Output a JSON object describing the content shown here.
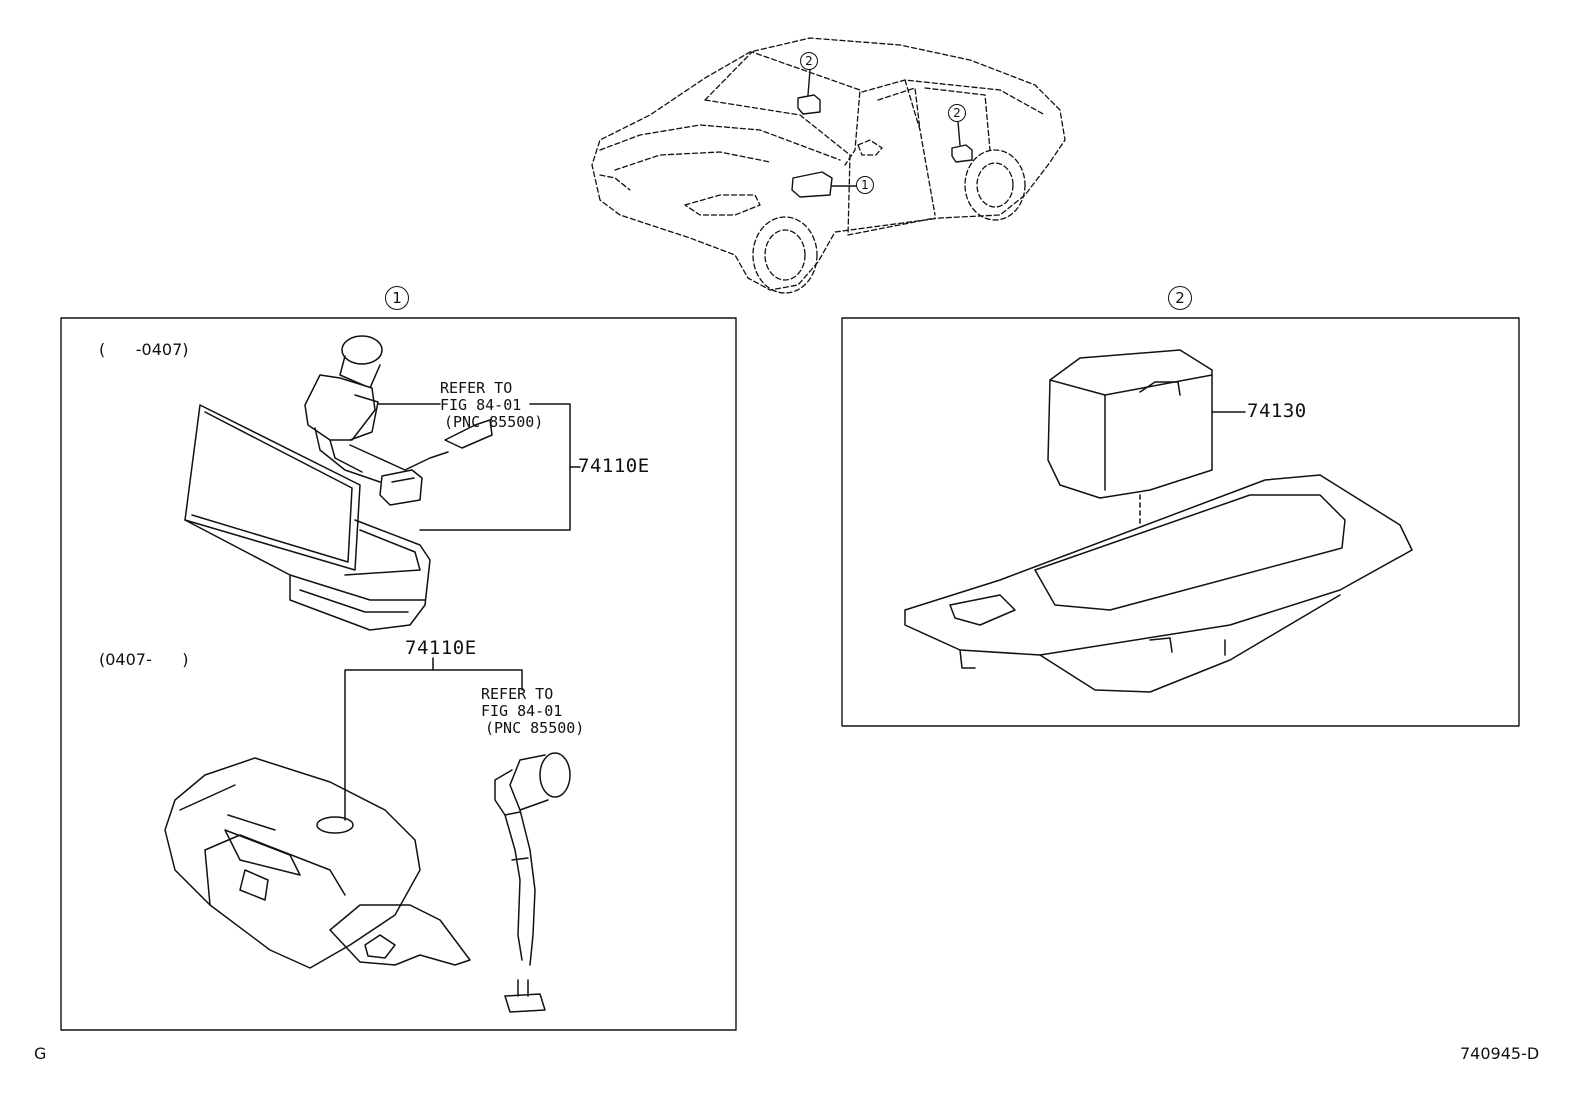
{
  "callouts": {
    "one": "1",
    "two": "2"
  },
  "panel1": {
    "period_early": "(      -0407)",
    "period_late": "(0407-      )",
    "ref_top": [
      "REFER TO",
      "FIG 84-01",
      "(PNC 85500)"
    ],
    "ref_bottom": [
      "REFER TO",
      "FIG 84-01",
      "(PNC 85500)"
    ],
    "part_top": "74110E",
    "part_bottom": "74110E"
  },
  "panel2": {
    "part": "74130"
  },
  "footer": {
    "left": "G",
    "right": "740945-D"
  }
}
